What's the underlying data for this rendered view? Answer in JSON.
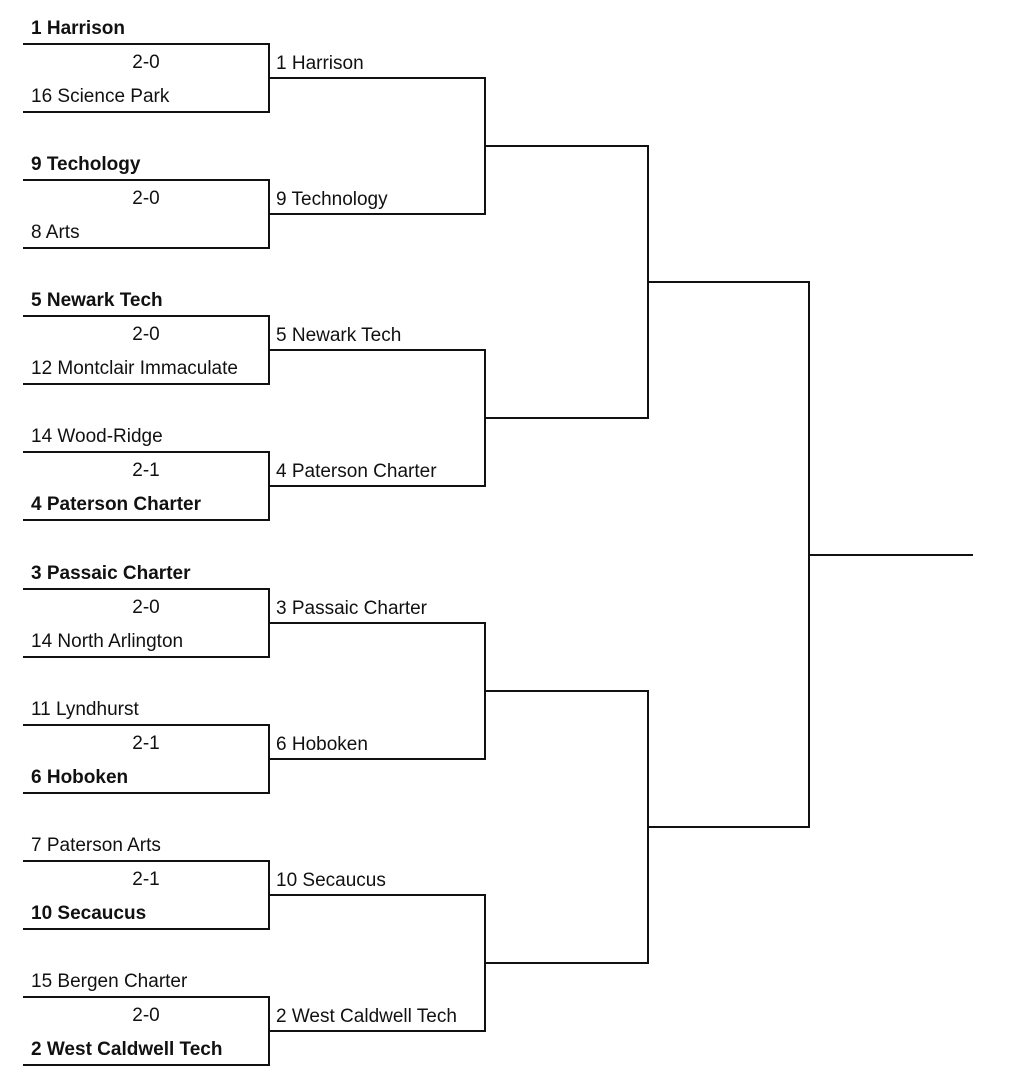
{
  "round1": [
    {
      "top": {
        "name": "1 Harrison",
        "winner": true
      },
      "score": "2-0",
      "bottom": {
        "name": "16 Science Park",
        "winner": false
      }
    },
    {
      "top": {
        "name": "9 Techology",
        "winner": true
      },
      "score": "2-0",
      "bottom": {
        "name": "8 Arts",
        "winner": false
      }
    },
    {
      "top": {
        "name": "5 Newark Tech",
        "winner": true
      },
      "score": "2-0",
      "bottom": {
        "name": "12 Montclair Immaculate",
        "winner": false
      }
    },
    {
      "top": {
        "name": "14 Wood-Ridge",
        "winner": false
      },
      "score": "2-1",
      "bottom": {
        "name": "4 Paterson Charter",
        "winner": true
      }
    },
    {
      "top": {
        "name": "3 Passaic Charter",
        "winner": true
      },
      "score": "2-0",
      "bottom": {
        "name": "14 North Arlington",
        "winner": false
      }
    },
    {
      "top": {
        "name": "11 Lyndhurst",
        "winner": false
      },
      "score": "2-1",
      "bottom": {
        "name": "6 Hoboken",
        "winner": true
      }
    },
    {
      "top": {
        "name": "7 Paterson Arts",
        "winner": false
      },
      "score": "2-1",
      "bottom": {
        "name": "10 Secaucus",
        "winner": true
      }
    },
    {
      "top": {
        "name": "15 Bergen Charter",
        "winner": false
      },
      "score": "2-0",
      "bottom": {
        "name": "2 West Caldwell Tech",
        "winner": true
      }
    }
  ],
  "round2": [
    "1 Harrison",
    "9 Technology",
    "5 Newark Tech",
    "4 Paterson Charter",
    "3 Passaic Charter",
    "6 Hoboken",
    "10 Secaucus",
    "2 West Caldwell Tech"
  ]
}
